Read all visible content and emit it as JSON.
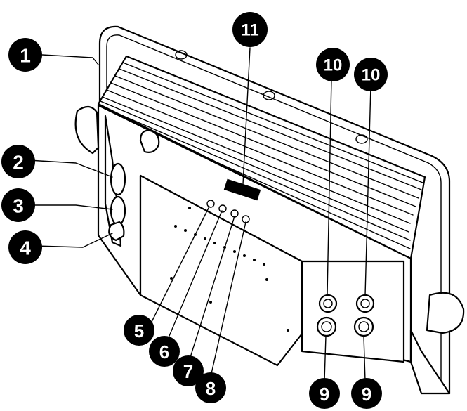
{
  "colors": {
    "ink": "#000000",
    "paper": "#ffffff"
  },
  "callouts": [
    {
      "id": "c1",
      "label": "1"
    },
    {
      "id": "c2",
      "label": "2"
    },
    {
      "id": "c3",
      "label": "3"
    },
    {
      "id": "c4",
      "label": "4"
    },
    {
      "id": "c5",
      "label": "5"
    },
    {
      "id": "c6",
      "label": "6"
    },
    {
      "id": "c7",
      "label": "7"
    },
    {
      "id": "c8",
      "label": "8"
    },
    {
      "id": "c9a",
      "label": "9"
    },
    {
      "id": "c9b",
      "label": "9"
    },
    {
      "id": "c10a",
      "label": "10"
    },
    {
      "id": "c10b",
      "label": "10"
    },
    {
      "id": "c11",
      "label": "11"
    }
  ]
}
